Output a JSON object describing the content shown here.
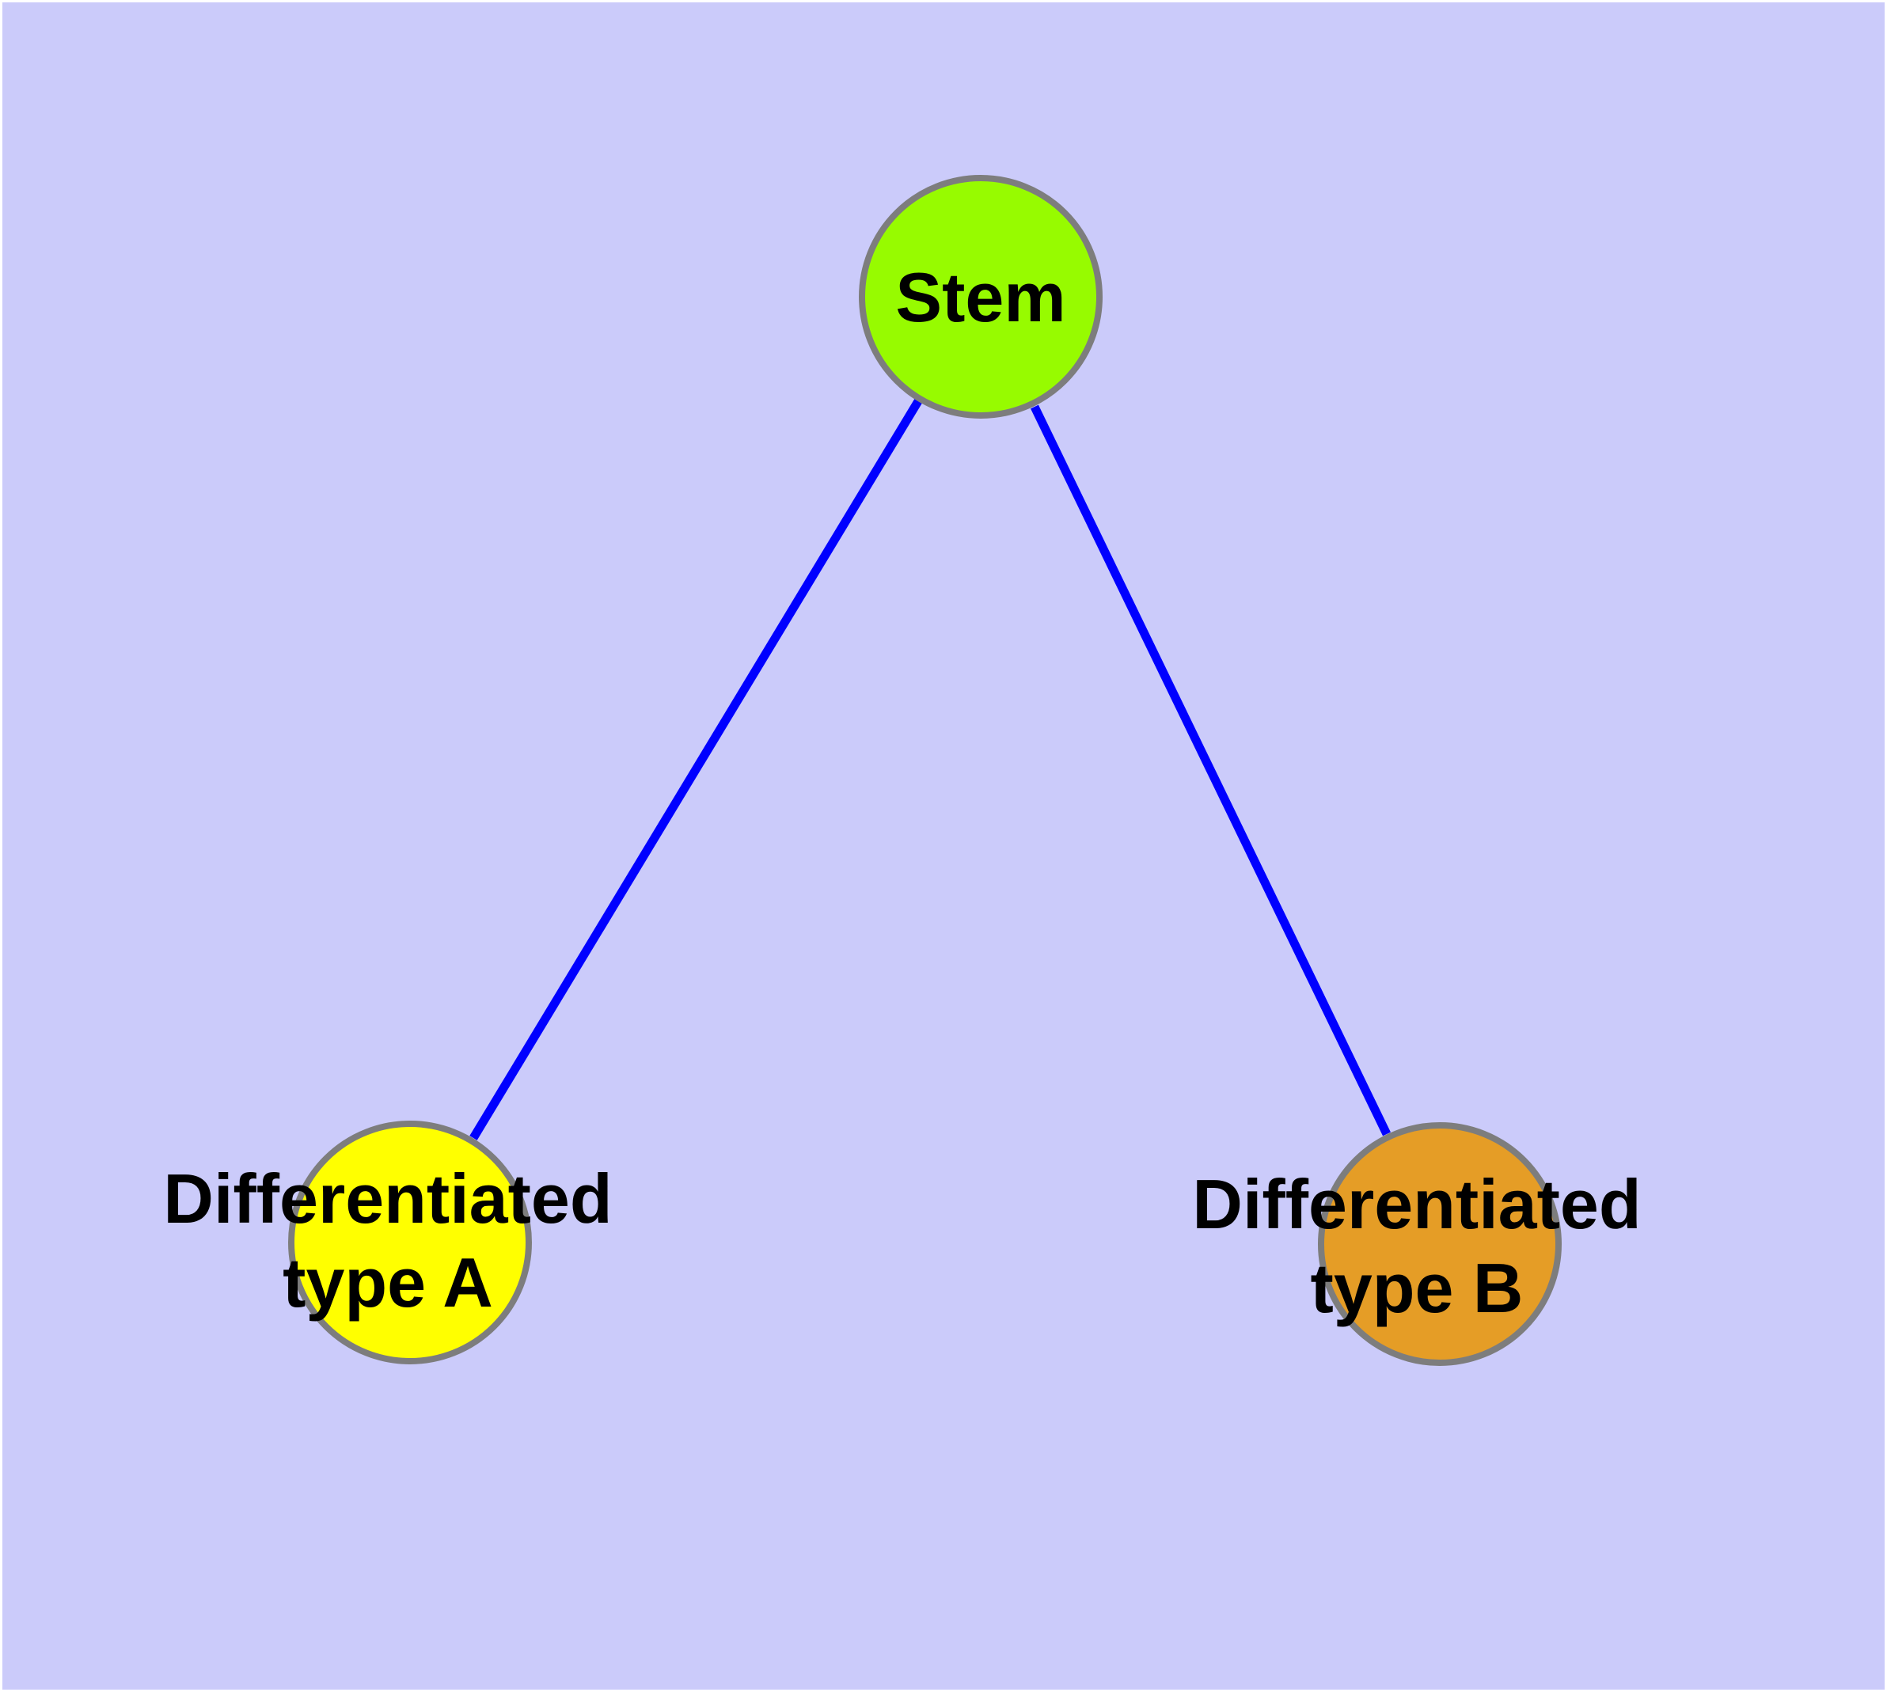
{
  "diagram": {
    "type": "node-link-graph",
    "background_color": "#cbcbfa",
    "frame_color": "#ffffff",
    "edge_color": "#0000ff",
    "node_border_color": "#7d7d7d",
    "label_color": "#000000",
    "nodes": [
      {
        "id": "stem",
        "label": "Stem",
        "fill": "#97fb00"
      },
      {
        "id": "differentiated-type-a",
        "label_line1": "Differentiated",
        "label_line2": "type A",
        "fill": "#ffff00"
      },
      {
        "id": "differentiated-type-b",
        "label_line1": "Differentiated",
        "label_line2": "type B",
        "fill": "#e59d26"
      }
    ],
    "edges": [
      {
        "from": "stem",
        "to": "differentiated-type-a"
      },
      {
        "from": "stem",
        "to": "differentiated-type-b"
      }
    ]
  }
}
